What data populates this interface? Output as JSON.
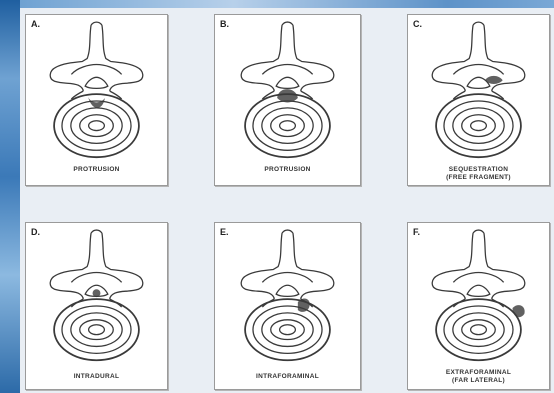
{
  "panels": [
    {
      "letter": "A.",
      "caption": "Protrusion",
      "subcaption": ""
    },
    {
      "letter": "B.",
      "caption": "Protrusion",
      "subcaption": ""
    },
    {
      "letter": "C.",
      "caption": "Sequestration",
      "subcaption": "(Free Fragment)"
    },
    {
      "letter": "D.",
      "caption": "Intradural",
      "subcaption": ""
    },
    {
      "letter": "E.",
      "caption": "Intraforaminal",
      "subcaption": ""
    },
    {
      "letter": "F.",
      "caption": "Extraforaminal",
      "subcaption": "(Far Lateral)"
    }
  ]
}
